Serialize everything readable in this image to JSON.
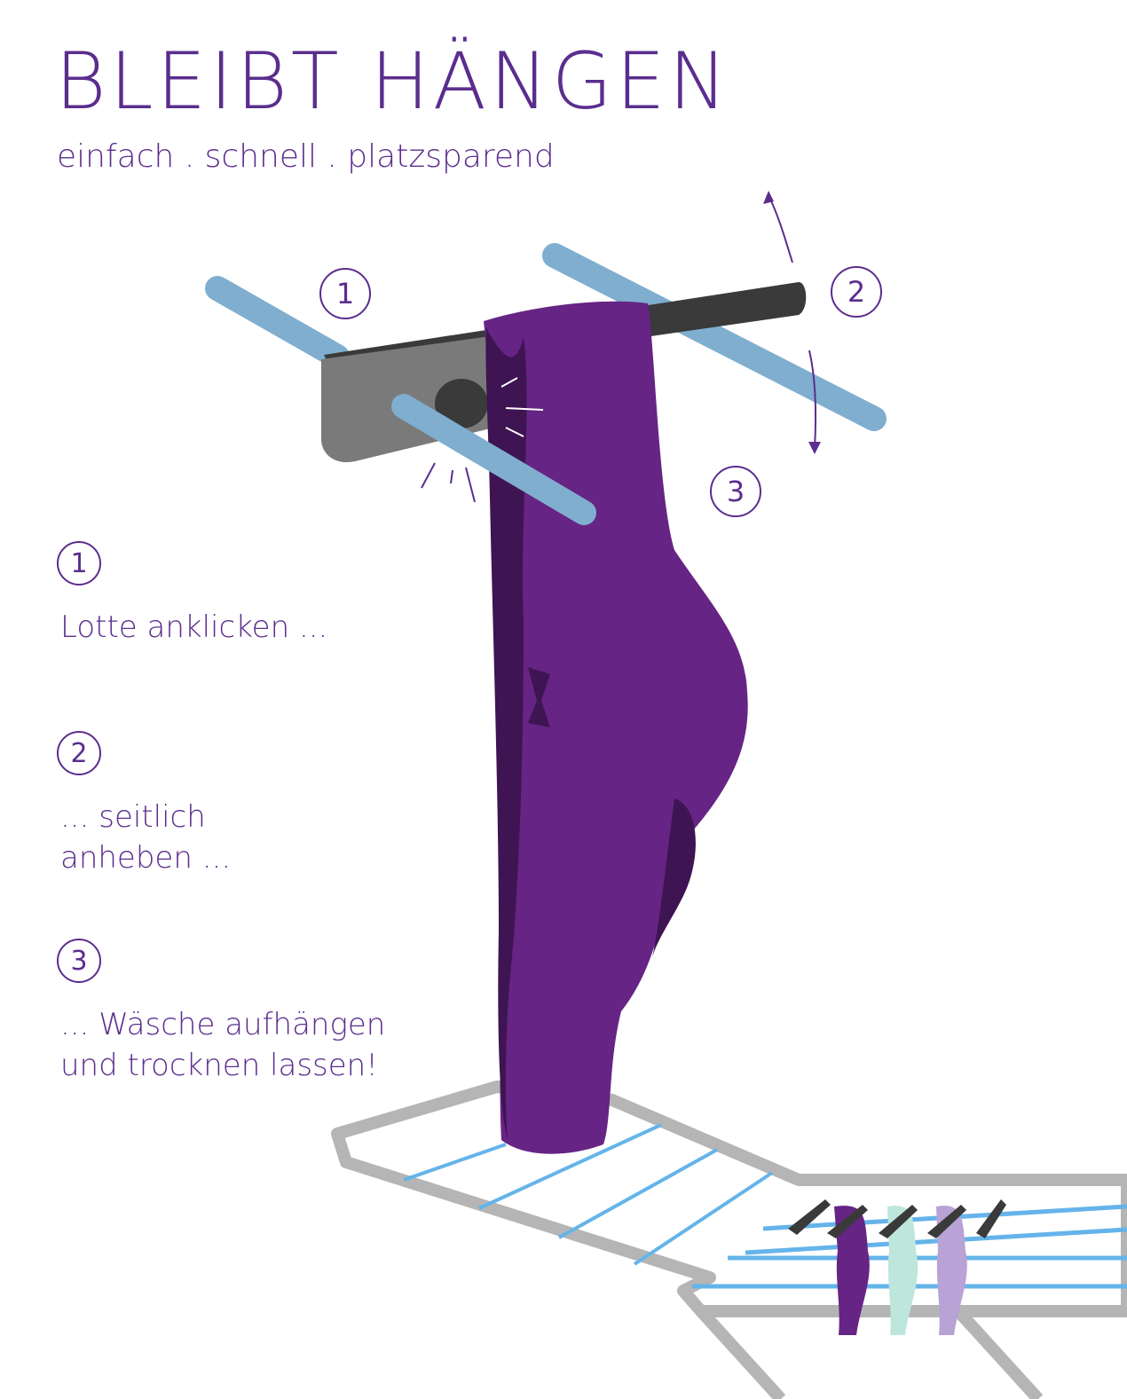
{
  "header": {
    "title": "BLEIBT HÄNGEN",
    "subtitle": "einfach . schnell . platzsparend"
  },
  "diagram_markers": [
    "1",
    "2",
    "3"
  ],
  "steps": [
    {
      "number": "1",
      "lines": [
        "Lotte anklicken ..."
      ]
    },
    {
      "number": "2",
      "lines": [
        "... seitlich",
        "anheben ..."
      ]
    },
    {
      "number": "3",
      "lines": [
        "... Wäsche aufhängen",
        "und trocknen lassen!"
      ]
    }
  ],
  "colors": {
    "brand_purple": "#5b2d8e",
    "cloth_purple": "#662484",
    "cloth_shadow": "#3f1452",
    "rod_blue": "#7faecf",
    "clip_dark": "#3a3a3a",
    "clip_gray": "#7a7a7a",
    "rack_gray": "#b5b5b5",
    "rack_line_blue": "#64b4ea",
    "mini_cloth_mint": "#bfe6dc",
    "mini_cloth_lilac": "#b9a2d6"
  }
}
